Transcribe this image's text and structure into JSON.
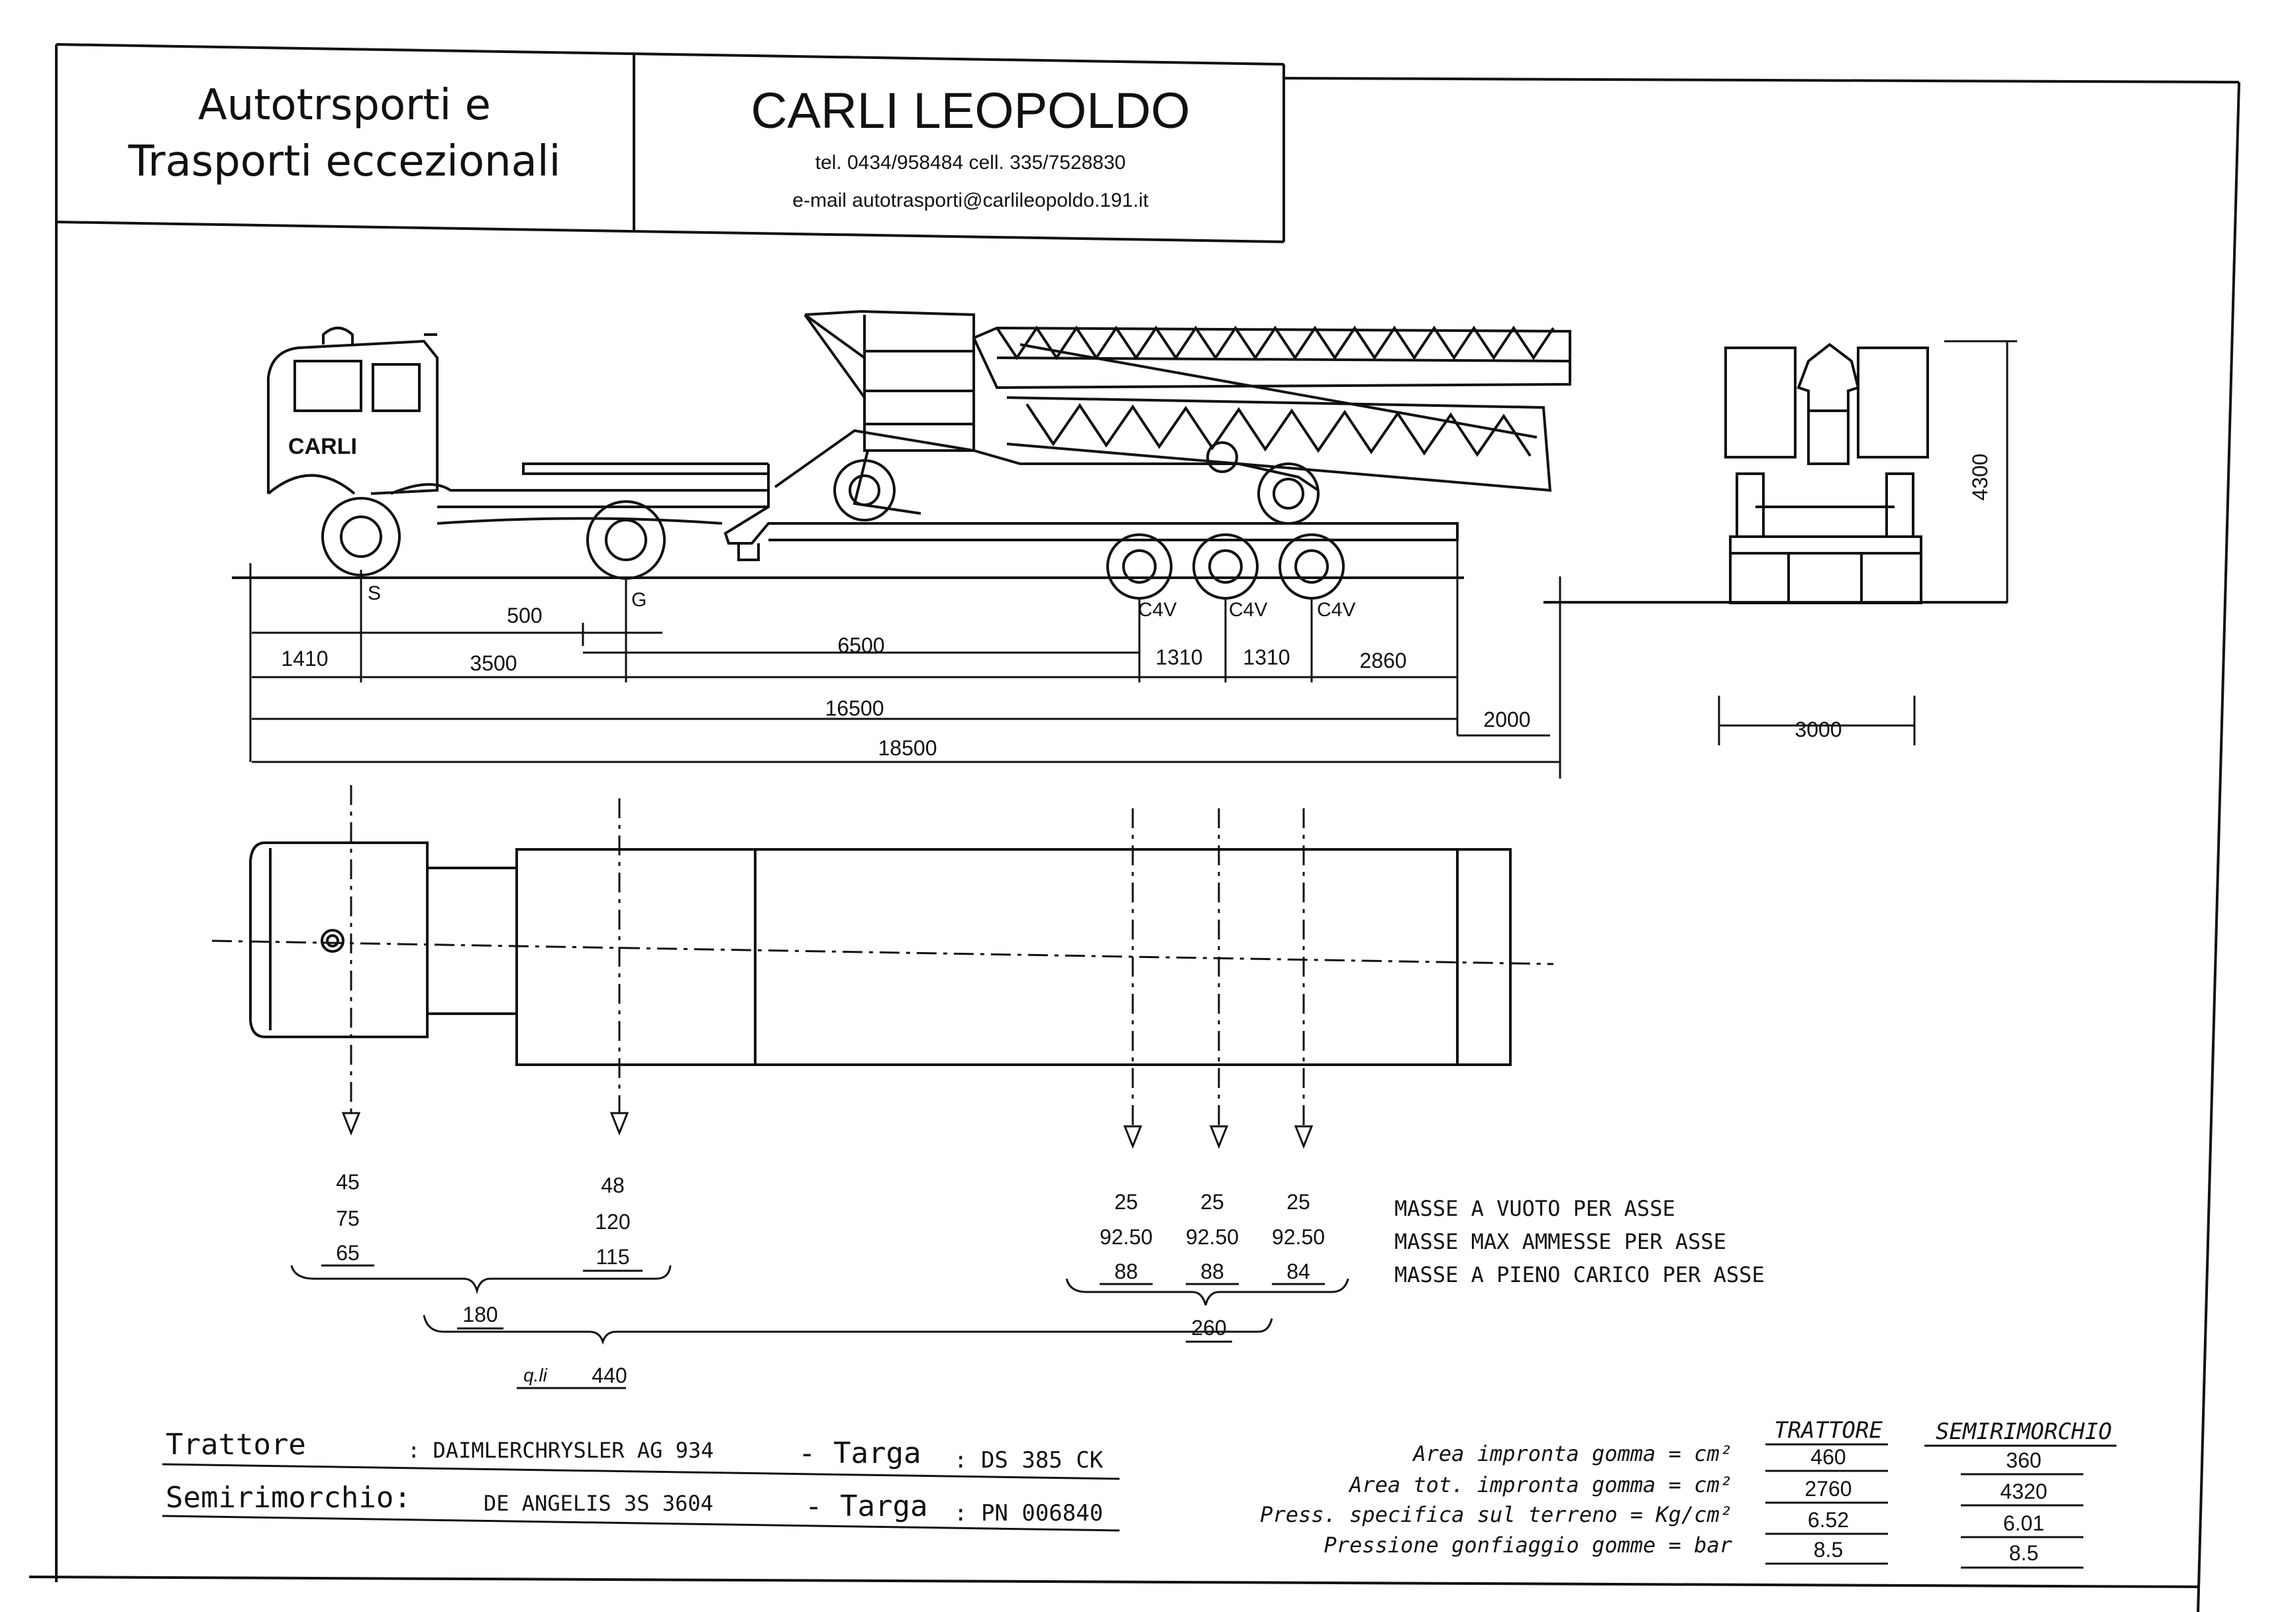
{
  "header": {
    "left_line1": "Autotrsporti e",
    "left_line2": "Trasporti eccezionali",
    "company": "CARLI LEOPOLDO",
    "phone": "tel. 0434/958484 cell. 335/7528830",
    "email": "e-mail  autotrasporti@carlileopoldo.191.it"
  },
  "truck": {
    "cab_logo": "CARLI",
    "axle_s": "S",
    "axle_g": "G",
    "axle_c1": "C4V",
    "axle_c2": "C4V",
    "axle_c3": "C4V"
  },
  "dimensions": {
    "d500": "500",
    "d6500": "6500",
    "d1410": "1410",
    "d3500": "3500",
    "d1310a": "1310",
    "d1310b": "1310",
    "d2860": "2860",
    "d16500": "16500",
    "d2000": "2000",
    "d18500": "18500",
    "height": "4300",
    "width": "3000"
  },
  "masses": {
    "axle1": [
      "45",
      "75",
      "65"
    ],
    "axle2": [
      "48",
      "120",
      "115"
    ],
    "axle3": [
      "25",
      "92.50",
      "88"
    ],
    "axle4": [
      "25",
      "92.50",
      "88"
    ],
    "axle5": [
      "25",
      "92.50",
      "84"
    ],
    "front_total": "180",
    "rear_total": "260",
    "grand_unit": "q.li",
    "grand_total": "440",
    "legend": [
      "MASSE A VUOTO PER ASSE",
      "MASSE MAX AMMESSE PER ASSE",
      "MASSE A PIENO CARICO PER ASSE"
    ]
  },
  "vehicles": {
    "tractor_label": "Trattore",
    "tractor_model": ": DAIMLERCHRYSLER AG 934",
    "tractor_plate_label": "- Targa",
    "tractor_plate": ": DS 385 CK",
    "trailer_label": "Semirimorchio:",
    "trailer_model": "DE ANGELIS 3S 3604",
    "trailer_plate_label": "- Targa",
    "trailer_plate": ": PN 006840"
  },
  "tyres": {
    "col_tractor": "TRATTORE",
    "col_trailer": "SEMIRIMORCHIO",
    "rows": [
      {
        "label": "Area impronta gomma = cm²",
        "tractor": "460",
        "trailer": "360"
      },
      {
        "label": "Area tot. impronta gomma = cm²",
        "tractor": "2760",
        "trailer": "4320"
      },
      {
        "label": "Press. specifica sul terreno = Kg/cm²",
        "tractor": "6.52",
        "trailer": "6.01"
      },
      {
        "label": "Pressione gonfiaggio gomme = bar",
        "tractor": "8.5",
        "trailer": "8.5"
      }
    ]
  }
}
